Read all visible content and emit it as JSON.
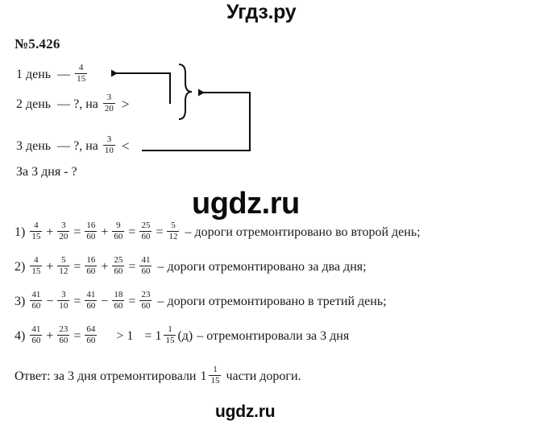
{
  "header": {
    "logo": "Угдз.ру"
  },
  "problem": {
    "number": "№5.426"
  },
  "condition": {
    "line1": {
      "label": "1 день",
      "dash": "—",
      "fraction": {
        "num": "4",
        "den": "15"
      }
    },
    "line2": {
      "label": "2 день",
      "dash": "—",
      "unknown": "?, на",
      "fraction": {
        "num": "3",
        "den": "20"
      },
      "compare": ">"
    },
    "line3": {
      "label": "3 день",
      "dash": "—",
      "unknown": "?, на",
      "fraction": {
        "num": "3",
        "den": "10"
      },
      "compare": "<"
    },
    "total_question": "За 3 дня - ?"
  },
  "solution": {
    "steps": [
      {
        "label": "1)",
        "terms": [
          {
            "num": "4",
            "den": "15"
          },
          {
            "op": "+"
          },
          {
            "num": "3",
            "den": "20"
          },
          {
            "op": "="
          },
          {
            "num": "16",
            "den": "60"
          },
          {
            "op": "+"
          },
          {
            "num": "9",
            "den": "60"
          },
          {
            "op": "="
          },
          {
            "num": "25",
            "den": "60"
          },
          {
            "op": "="
          },
          {
            "num": "5",
            "den": "12"
          }
        ],
        "text": "– дороги отремонтировано во второй день;"
      },
      {
        "label": "2)",
        "terms": [
          {
            "num": "4",
            "den": "15"
          },
          {
            "op": "+"
          },
          {
            "num": "5",
            "den": "12"
          },
          {
            "op": "="
          },
          {
            "num": "16",
            "den": "60"
          },
          {
            "op": "+"
          },
          {
            "num": "25",
            "den": "60"
          },
          {
            "op": "="
          },
          {
            "num": "41",
            "den": "60"
          }
        ],
        "text": "– дороги отремонтировано за два дня;"
      },
      {
        "label": "3)",
        "terms": [
          {
            "num": "41",
            "den": "60"
          },
          {
            "op": "−"
          },
          {
            "num": "3",
            "den": "10"
          },
          {
            "op": "="
          },
          {
            "num": "41",
            "den": "60"
          },
          {
            "op": "−"
          },
          {
            "num": "18",
            "den": "60"
          },
          {
            "op": "="
          },
          {
            "num": "23",
            "den": "60"
          }
        ],
        "text": "– дороги отремонтировано в третий день;"
      },
      {
        "label": "4)",
        "terms": [
          {
            "num": "41",
            "den": "60"
          },
          {
            "op": "+"
          },
          {
            "num": "23",
            "den": "60"
          },
          {
            "op": "="
          },
          {
            "num": "64",
            "den": "60"
          }
        ],
        "compare": "> 1",
        "equals": "=",
        "mixed": {
          "whole": "1",
          "num": "1",
          "den": "15"
        },
        "unit": "(д)",
        "text": "– отремонтировали за 3 дня"
      }
    ],
    "step1": {
      "label": "1)",
      "f1": {
        "num": "4",
        "den": "15"
      },
      "op1": "+",
      "f2": {
        "num": "3",
        "den": "20"
      },
      "eq1": "=",
      "f3": {
        "num": "16",
        "den": "60"
      },
      "op2": "+",
      "f4": {
        "num": "9",
        "den": "60"
      },
      "eq2": "=",
      "f5": {
        "num": "25",
        "den": "60"
      },
      "eq3": "=",
      "f6": {
        "num": "5",
        "den": "12"
      },
      "text": "– дороги отремонтировано во второй день;"
    },
    "step2": {
      "label": "2)",
      "f1": {
        "num": "4",
        "den": "15"
      },
      "op1": "+",
      "f2": {
        "num": "5",
        "den": "12"
      },
      "eq1": "=",
      "f3": {
        "num": "16",
        "den": "60"
      },
      "op2": "+",
      "f4": {
        "num": "25",
        "den": "60"
      },
      "eq2": "=",
      "f5": {
        "num": "41",
        "den": "60"
      },
      "text": "– дороги отремонтировано за два дня;"
    },
    "step3": {
      "label": "3)",
      "f1": {
        "num": "41",
        "den": "60"
      },
      "op1": "−",
      "f2": {
        "num": "3",
        "den": "10"
      },
      "eq1": "=",
      "f3": {
        "num": "41",
        "den": "60"
      },
      "op2": "−",
      "f4": {
        "num": "18",
        "den": "60"
      },
      "eq2": "=",
      "f5": {
        "num": "23",
        "den": "60"
      },
      "text": "– дороги отремонтировано в третий день;"
    },
    "step4": {
      "label": "4)",
      "f1": {
        "num": "41",
        "den": "60"
      },
      "op1": "+",
      "f2": {
        "num": "23",
        "den": "60"
      },
      "eq1": "=",
      "f3": {
        "num": "64",
        "den": "60"
      },
      "compare": "> 1",
      "eq2": "=",
      "mixed_whole": "1",
      "mixed_num": "1",
      "mixed_den": "15",
      "unit": "(д)",
      "text": "– отремонтировали за 3 дня"
    }
  },
  "answer": {
    "prefix": "Ответ: за 3 дня отремонтировали",
    "mixed_whole": "1",
    "mixed_num": "1",
    "mixed_den": "15",
    "suffix": "части дороги."
  },
  "watermarks": {
    "middle": "ugdz.ru",
    "bottom": "ugdz.ru"
  },
  "colors": {
    "text": "#1a1a1a",
    "line": "#111111",
    "background": "#ffffff"
  }
}
